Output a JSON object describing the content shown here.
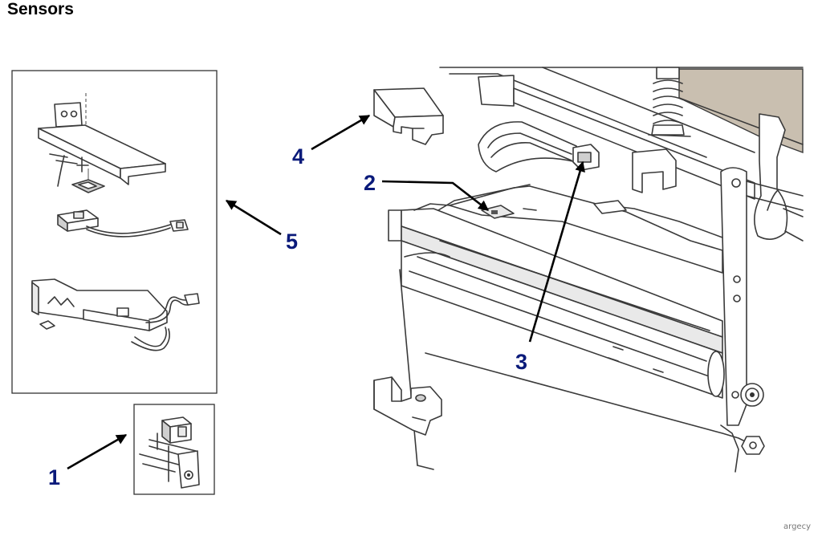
{
  "page": {
    "title": "Sensors",
    "watermark": "argecy"
  },
  "callouts": [
    "1",
    "2",
    "3",
    "4",
    "5"
  ],
  "colors": {
    "callout": "#0a1a7a",
    "arrow": "#000000",
    "line": "#3a3a3a",
    "watermark": "#777777"
  }
}
